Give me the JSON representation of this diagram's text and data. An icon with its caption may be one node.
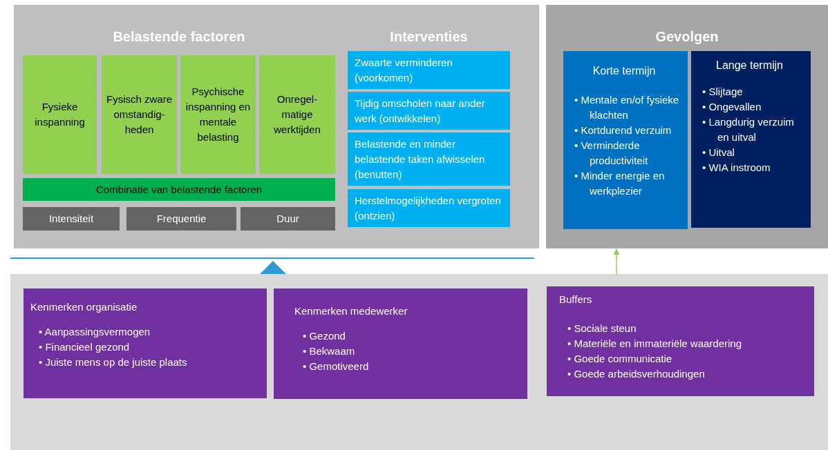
{
  "diagram": {
    "nodes": [
      {
        "text": [
          "Belastende factoren",
          "Interventies"
        ]
      },
      {
        "text": [
          "Fysieke inspanning"
        ],
        "in": 0
      },
      {
        "text": [
          "Fysisch zware omstandig-heden"
        ],
        "in": 0
      },
      {
        "text": [
          "Psychische inspanning en mentale belasting"
        ],
        "in": 0
      },
      {
        "text": [
          "Onregel-matige werktijden"
        ],
        "in": 0
      },
      {
        "text": [
          "Combinatie van belastende factoren"
        ],
        "in": 0
      },
      {
        "text": [
          "Intensiteit"
        ],
        "in": 0
      },
      {
        "text": [
          "Frequentie"
        ],
        "in": 0
      },
      {
        "text": [
          "Duur"
        ],
        "in": 0
      },
      {
        "text": [
          "Zwaarte verminderen (voorkomen)"
        ],
        "in": 0
      },
      {
        "text": [
          "Tijdig omscholen naar ander werk (ontwikkelen)"
        ],
        "in": 0
      },
      {
        "text": [
          "Belastende en minder belastende taken afwisselen (benutten)"
        ],
        "in": 0
      },
      {
        "text": [
          "Herstelmogelijkheden vergroten (ontzien)"
        ],
        "in": 0
      },
      {
        "text": [
          "Gevolgen"
        ]
      },
      {
        "text": [
          "Korte termijn",
          "• Mentale en/of fysieke klachten",
          "• Kortdurend verzuim",
          "• Verminderde productiviteit",
          "• Minder energie en werkplezier"
        ],
        "in": 13
      },
      {
        "text": [
          "Lange termijn",
          "• Slijtage",
          "• Ongevallen",
          "• Langdurig verzuim en uitval",
          "• Uitval",
          "• WIA instroom"
        ],
        "in": 13
      },
      {
        "text": [],
        "shape": "box"
      },
      {
        "text": [
          "Kenmerken organisatie",
          "• Aanpassingsvermogen",
          "• Financieel gezond",
          "• Juiste mens op de juiste plaats"
        ],
        "in": 16
      },
      {
        "text": [
          "Kenmerken medewerker",
          "• Gezond",
          "• Bekwaam",
          "• Gemotiveerd"
        ],
        "in": 16
      },
      {
        "text": [
          "Buffers",
          "• Sociale steun",
          "• Materiële en immateriële waardering",
          "• Goede communicatie",
          "• Goede arbeidsverhoudingen"
        ],
        "in": 16
      }
    ],
    "edges": [
      {
        "from": 19,
        "to": 13,
        "arrow": "to"
      }
    ]
  }
}
